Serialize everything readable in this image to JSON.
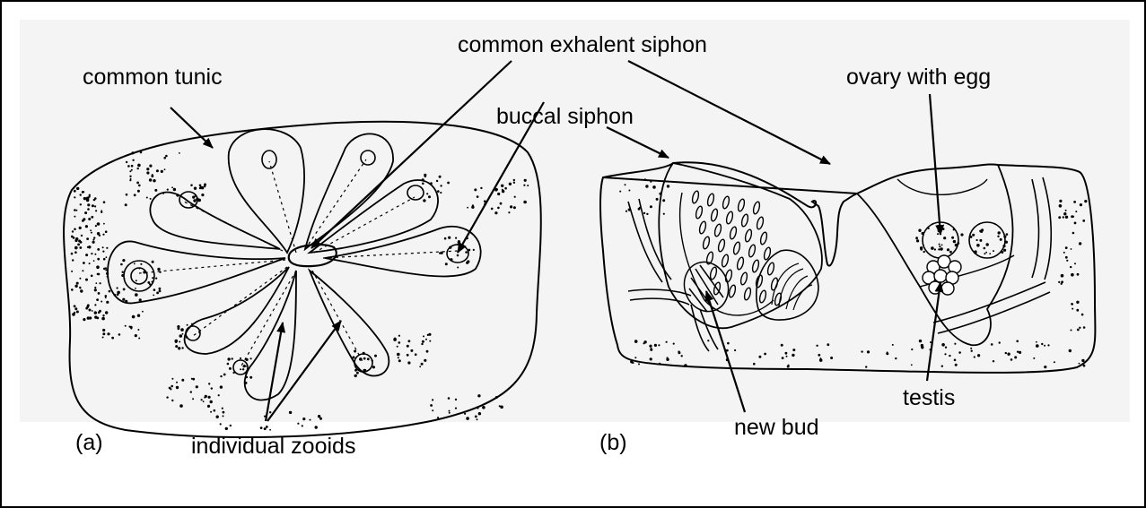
{
  "labels": {
    "common_exhalent_siphon": "common exhalent siphon",
    "common_tunic": "common tunic",
    "buccal_siphon": "buccal siphon",
    "ovary_with_egg": "ovary with egg",
    "individual_zooids": "individual zooids",
    "new_bud": "new bud",
    "testis": "testis",
    "panel_a": "(a)",
    "panel_b": "(b)"
  }
}
